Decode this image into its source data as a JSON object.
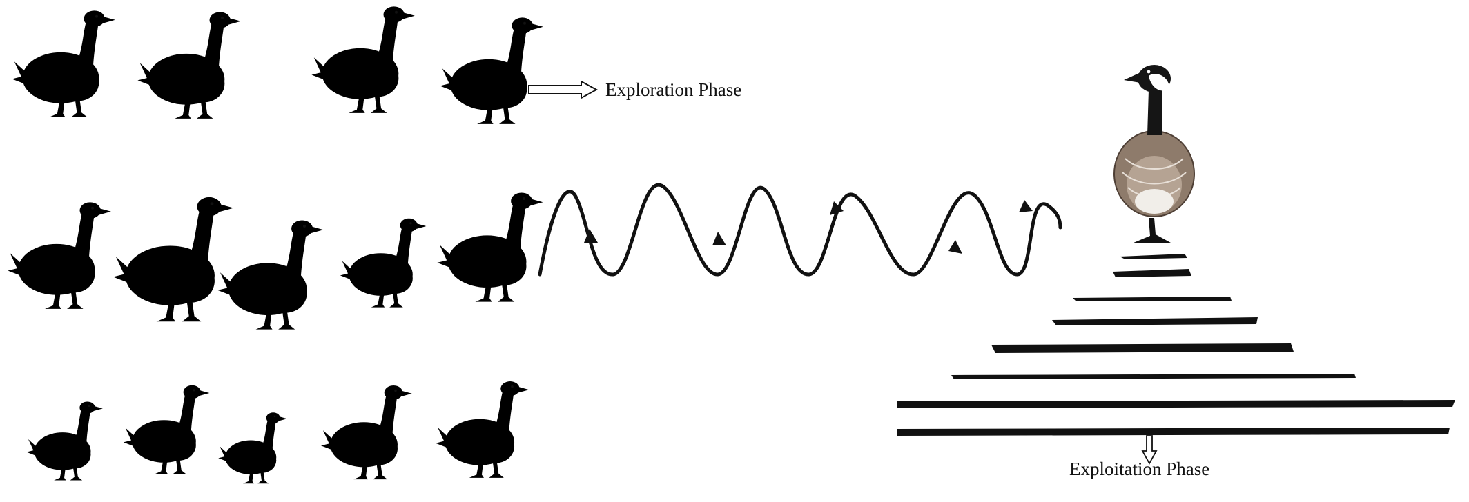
{
  "labels": {
    "exploration": "Exploration Phase",
    "exploitation": "Exploitation Phase"
  },
  "colors": {
    "background": "#ffffff",
    "stroke": "#111111",
    "goose_white_body": "#ffffff",
    "goose_white_shade": "#e4e4e4",
    "goose_brown_body": "#9c8675",
    "goose_brown_dark": "#6d5a4c",
    "goose_breast": "#f2f0ee",
    "canada_neck": "#151515",
    "mallard_neck": "#1f3f2d",
    "beak_feet": "#e07a35",
    "beak_dark": "#222222"
  },
  "geese": [
    {
      "id": "goose-white-1",
      "kind": "white"
    },
    {
      "id": "goose-white-2",
      "kind": "white"
    },
    {
      "id": "goose-green-neck-1",
      "kind": "greenneck"
    },
    {
      "id": "goose-canada-1",
      "kind": "canada"
    },
    {
      "id": "goose-white-3",
      "kind": "white"
    },
    {
      "id": "goose-canada-large-1",
      "kind": "canada"
    },
    {
      "id": "goose-canada-large-2",
      "kind": "canada"
    },
    {
      "id": "goose-small-white",
      "kind": "white"
    },
    {
      "id": "goose-brown-neck",
      "kind": "brownneck"
    },
    {
      "id": "goose-small-brown-1",
      "kind": "brownwhite"
    },
    {
      "id": "goose-green-neck-2",
      "kind": "greenneck"
    },
    {
      "id": "goose-small-brown-2",
      "kind": "brownwhite"
    },
    {
      "id": "goose-green-neck-3",
      "kind": "greenneck"
    },
    {
      "id": "goose-canada-2",
      "kind": "canada"
    },
    {
      "id": "goose-leader",
      "kind": "canada"
    }
  ]
}
